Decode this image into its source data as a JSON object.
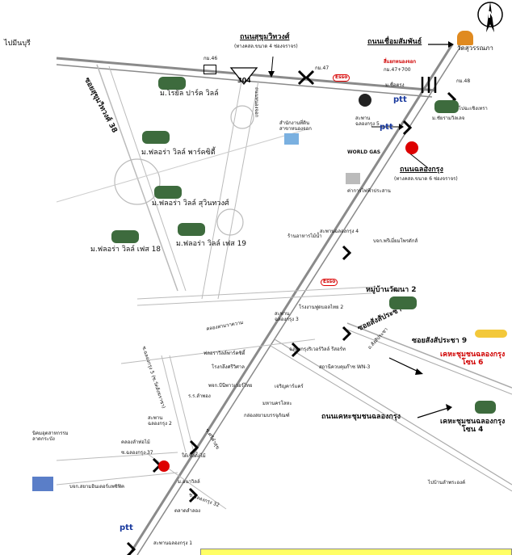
{
  "roads": {
    "sukhumvit": "ถนนสุขุมวิทวงศ์",
    "sukhumvit_sub": "(ทางคสล.ขนาด 4 ช่องจราจร)",
    "chueam_samphan": "ถนนเชื่อมสัมพันธ์",
    "chalong_krung": "ถนนฉลองกรุง",
    "chalong_krung_sub": "(ทางคสล.ขนาด 6 ช่องจราจร)",
    "estate_road": "ถนนเคหะชุมชนฉลองกรุง",
    "soi_sukhumvit_38": "ซอยสุขุมวิทวงศ์ 38",
    "soi_sangsan_7": "ซอยสังสัประชา 7",
    "soi_sangsan_9": "ซอยสังสัประชา 9",
    "soi_chalong_krung_5": "ซ.ฉลองกรุง 5 (ซ.วัดสังฆราชา)",
    "soi_chalong_krung_37": "ซ.ฉลองกรุง 37",
    "soi_chalong_krung_32": "ซ.ฉลองกรุง 32",
    "khlong_sam_wa": "คลองสามวาตวาม",
    "khlong_lam_tho": "คลองลำท่อไม้",
    "nongchok_road": "ถนนหนองจอก",
    "sangsan_road": "ถ.สังสัประชา",
    "sri_kamsuk": "ซ.ศรีคำสุข"
  },
  "places": {
    "min_buri": "ไปมีนบุรี",
    "wat_suan": "วัดสุวรรณภา",
    "chachoengsao": "ไปฉะเชิงเทรา",
    "lam_phak": "ไปบ้านลำพระองค์",
    "royal_park": "ม.โรยัล ปาร์ค วิลล์",
    "flora_park_city": "ม.ฟลอร่า วิลล์ พาร์คซิตี้",
    "flora_sukhumvit": "ม.ฟลอร่า วิลล์ สุวินทวงศ์",
    "flora_phase18": "ม.ฟลอร่า วิลล์ เฟส 18",
    "flora_phase19": "ม.ฟลอร่า วิลล์ เฟส 19",
    "district_office": "สำนักงานที่ดิน\nสาขาหนองจอก",
    "chit_chong": "ม.ชื่อตรง",
    "chit_chong_ville": "ม.ชัยรามวิลเลจ",
    "power_sub": "ค่าการไฟฟ้าประสาน",
    "world_gas": "WORLD GAS",
    "rest_nn": "ร้านอาหารไม้น้ำ",
    "pw_cd": "บจก.พรีเมี่ยมโพรดักส์",
    "village_watthana": "หมู่บ้านวัฒนา 2",
    "school_chalong": "โรงงานฟูดบอลไทย 2",
    "bridge3": "สะพาน\nฉลองกรุง 3",
    "bridge4": "สะพานฉลองกรุง 4",
    "bridge5": "สะพาน\nฉลองกรุง 5",
    "bridge2": "สะพาน\nฉลองกรุง 2",
    "bridge1": "สะพานฉลองกรุง 1",
    "flora_park": "ฟลอราวิลล์พาร์คซิตี้",
    "chalong_rs": "ฉลองกรุงริเวอร์วิลล์ รีสอร์ท",
    "scout_camp": "สถานีควบคุมก๊าซ WN-3",
    "krirat": "โรงกลึงศรีวิศาล",
    "charoen": "เจริญคาร์แคร์",
    "pongsak": "พจก.บีนีพาวเวอร์ไทย",
    "sikaeo": "ร.ร.ลำพอง",
    "mahanakhon": "มหานครโลหะ",
    "tk_group": "กล่องสยามบรรจุภัณฑ์",
    "tai_chet": "ใต้เชิงตั้งไม้",
    "industry": "นิคมอุตสาหกรรม\nลาดกระบัง",
    "bangkok_siam": "บจก.สยามอินเตอร์แพซิฟิค",
    "mueang_wiset": "ม.อนาวิลล์",
    "mkt": "ตลาดลำลอง",
    "estate6": "เคหะชุมชนฉลองกรุง\nโซน 6",
    "estate4": "เคหะชุมชนฉลองกรุง\nโซน 4"
  },
  "km": {
    "k46": "กม.46",
    "k47": "กม.47",
    "k47b": "กม.47+700",
    "k48": "กม.48",
    "sign_crossing": "สี่แยกหนองจอก",
    "route304": "304"
  },
  "brands": {
    "ptt": "ptt",
    "esso": "Esso"
  },
  "north": "N"
}
